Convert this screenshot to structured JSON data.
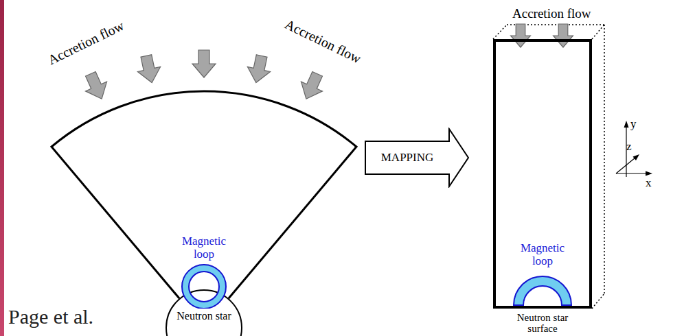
{
  "diagram": {
    "nodes": [
      {
        "text": [
          "Magnetic loop"
        ]
      },
      {
        "text": [
          "Neutron star"
        ]
      },
      {
        "text": [
          "MAPPING"
        ]
      },
      {
        "text": [
          "Neutron star surface"
        ]
      },
      {
        "text": [
          "Magnetic loop"
        ],
        "in": 3
      }
    ],
    "labels": [
      "Accretion flow",
      "Accretion flow",
      "Accretion flow",
      "y",
      "z",
      "x",
      "Page et al."
    ]
  }
}
